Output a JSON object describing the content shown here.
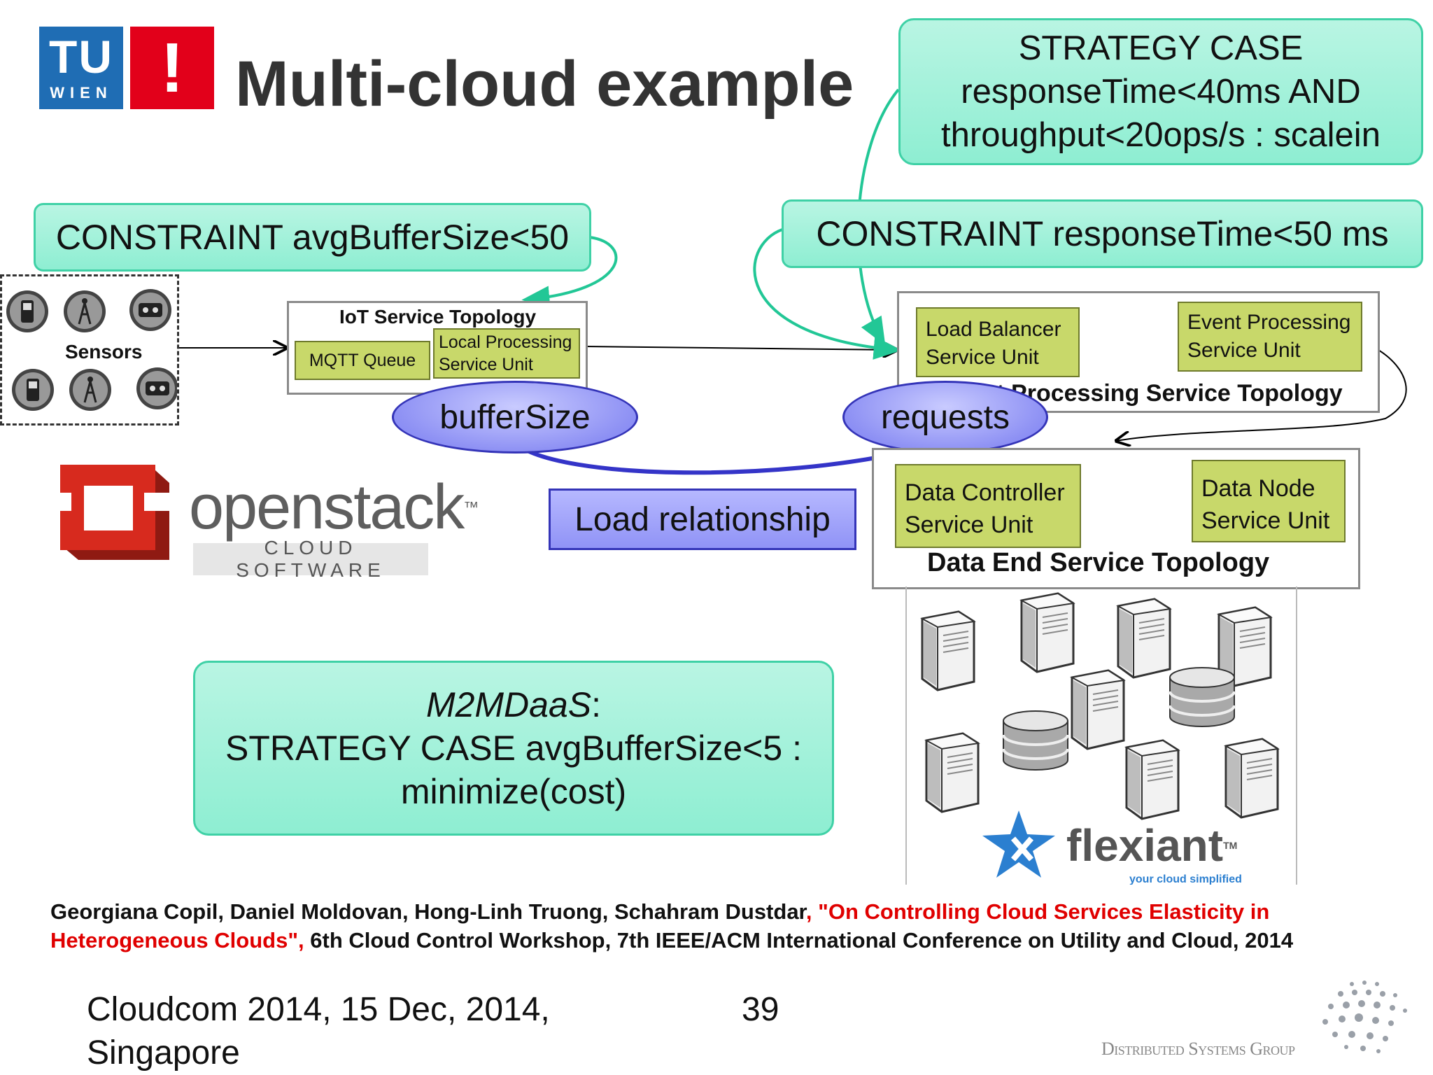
{
  "logo": {
    "tu": "TU",
    "wien": "WIEN",
    "mark": "!"
  },
  "title": "Multi-cloud example",
  "strategy_top": {
    "line1": "STRATEGY CASE",
    "line2": "responseTime<40ms AND",
    "line3": "throughput<20ops/s : scalein"
  },
  "constraint_left": "CONSTRAINT avgBufferSize<50",
  "constraint_right": "CONSTRAINT responseTime<50 ms",
  "sensors": {
    "label": "Sensors"
  },
  "iot": {
    "title": "IoT Service Topology",
    "mqtt": "MQTT Queue",
    "local_line1": "Local Processing",
    "local_line2": "Service Unit"
  },
  "event_topo": {
    "title": "Event Processing Service Topology",
    "lb_line1": "Load Balancer",
    "lb_line2": "Service Unit",
    "ep_line1": "Event Processing",
    "ep_line2": "Service Unit"
  },
  "ellipses": {
    "buffer": "bufferSize",
    "requests": "requests"
  },
  "load_relationship": "Load relationship",
  "openstack": {
    "name": "openstack",
    "tm": "™",
    "sub": "CLOUD SOFTWARE"
  },
  "data_topo": {
    "title": "Data End Service Topology",
    "dc_line1": "Data Controller",
    "dc_line2": "Service Unit",
    "dn_line1": "Data Node",
    "dn_line2": "Service Unit"
  },
  "m2m": {
    "name": "M2MDaaS",
    "colon": ":",
    "line2": "STRATEGY CASE avgBufferSize<5 :",
    "line3": "minimize(cost)"
  },
  "flexiant": {
    "name": "flexiant",
    "tm": "TM",
    "tagline": "your cloud simplified"
  },
  "citation": {
    "authors": "Georgiana Copil, Daniel Moldovan, Hong-Linh Truong, Schahram Dustdar",
    "comma": ",",
    "paper": "\"On Controlling Cloud Services Elasticity in Heterogeneous Clouds\",",
    "venue": " 6th Cloud Control Workshop, 7th IEEE/ACM International Conference on Utility and Cloud, 2014"
  },
  "footer": {
    "event_line1": "Cloudcom 2014, 15 Dec, 2014,",
    "event_line2": "Singapore",
    "page": "39",
    "group": "Distributed Systems Group"
  },
  "colors": {
    "tu_blue": "#1f6db4",
    "tu_red": "#e2001a",
    "teal": "#8eeed2",
    "topology_green": "#c8d86a",
    "ellipse_blue": "#8e91f4",
    "link_blue": "#3434c8",
    "openstack_red": "#d72a1e",
    "flexiant_blue": "#2b7fd0",
    "citation_red": "#e00000"
  }
}
